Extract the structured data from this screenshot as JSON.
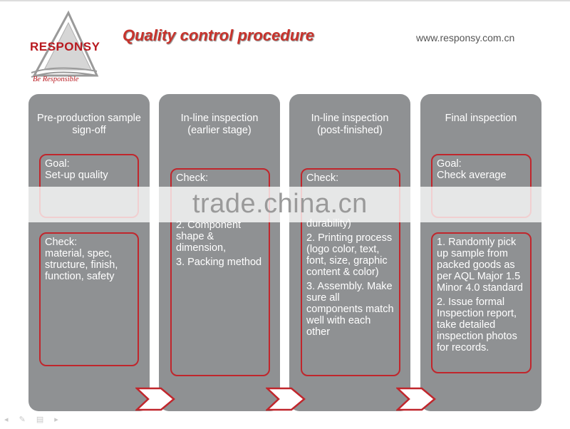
{
  "header": {
    "brand": "RESPONSY",
    "tagline": "Be Responsible",
    "title": "Quality control procedure",
    "url": "www.responsy.com.cn"
  },
  "columns": [
    {
      "heading": "Pre-production sample sign-off",
      "box1": "Goal:\nSet-up quality",
      "box2": "Check:\nmaterial, spec, structure, finish, function, safety"
    },
    {
      "heading": "In-line inspection (earlier stage)",
      "box1_a": "Check:",
      "box1_b": "2. Component shape & dimension,",
      "box1_c": "3. Packing method"
    },
    {
      "heading": "In-line inspection (post-finished)",
      "box1_a": "Check:",
      "box1_b": "durability)",
      "box1_c": "2. Printing process (logo color, text, font, size, graphic content & color)",
      "box1_d": "3. Assembly. Make sure all components match well with each other"
    },
    {
      "heading": "Final inspection",
      "box1": "Goal:\nCheck average",
      "box2_a": "1. Randomly pick up sample from packed goods as per AQL Major 1.5 Minor 4.0 standard",
      "box2_b": "2. Issue formal Inspection report, take detailed inspection photos for records."
    }
  ],
  "watermark": "trade.china.cn",
  "colors": {
    "accent": "#c0262c",
    "panel": "#8f9193"
  },
  "icons": [
    "chevron-arrow-icon",
    "logo-triangle-icon"
  ]
}
